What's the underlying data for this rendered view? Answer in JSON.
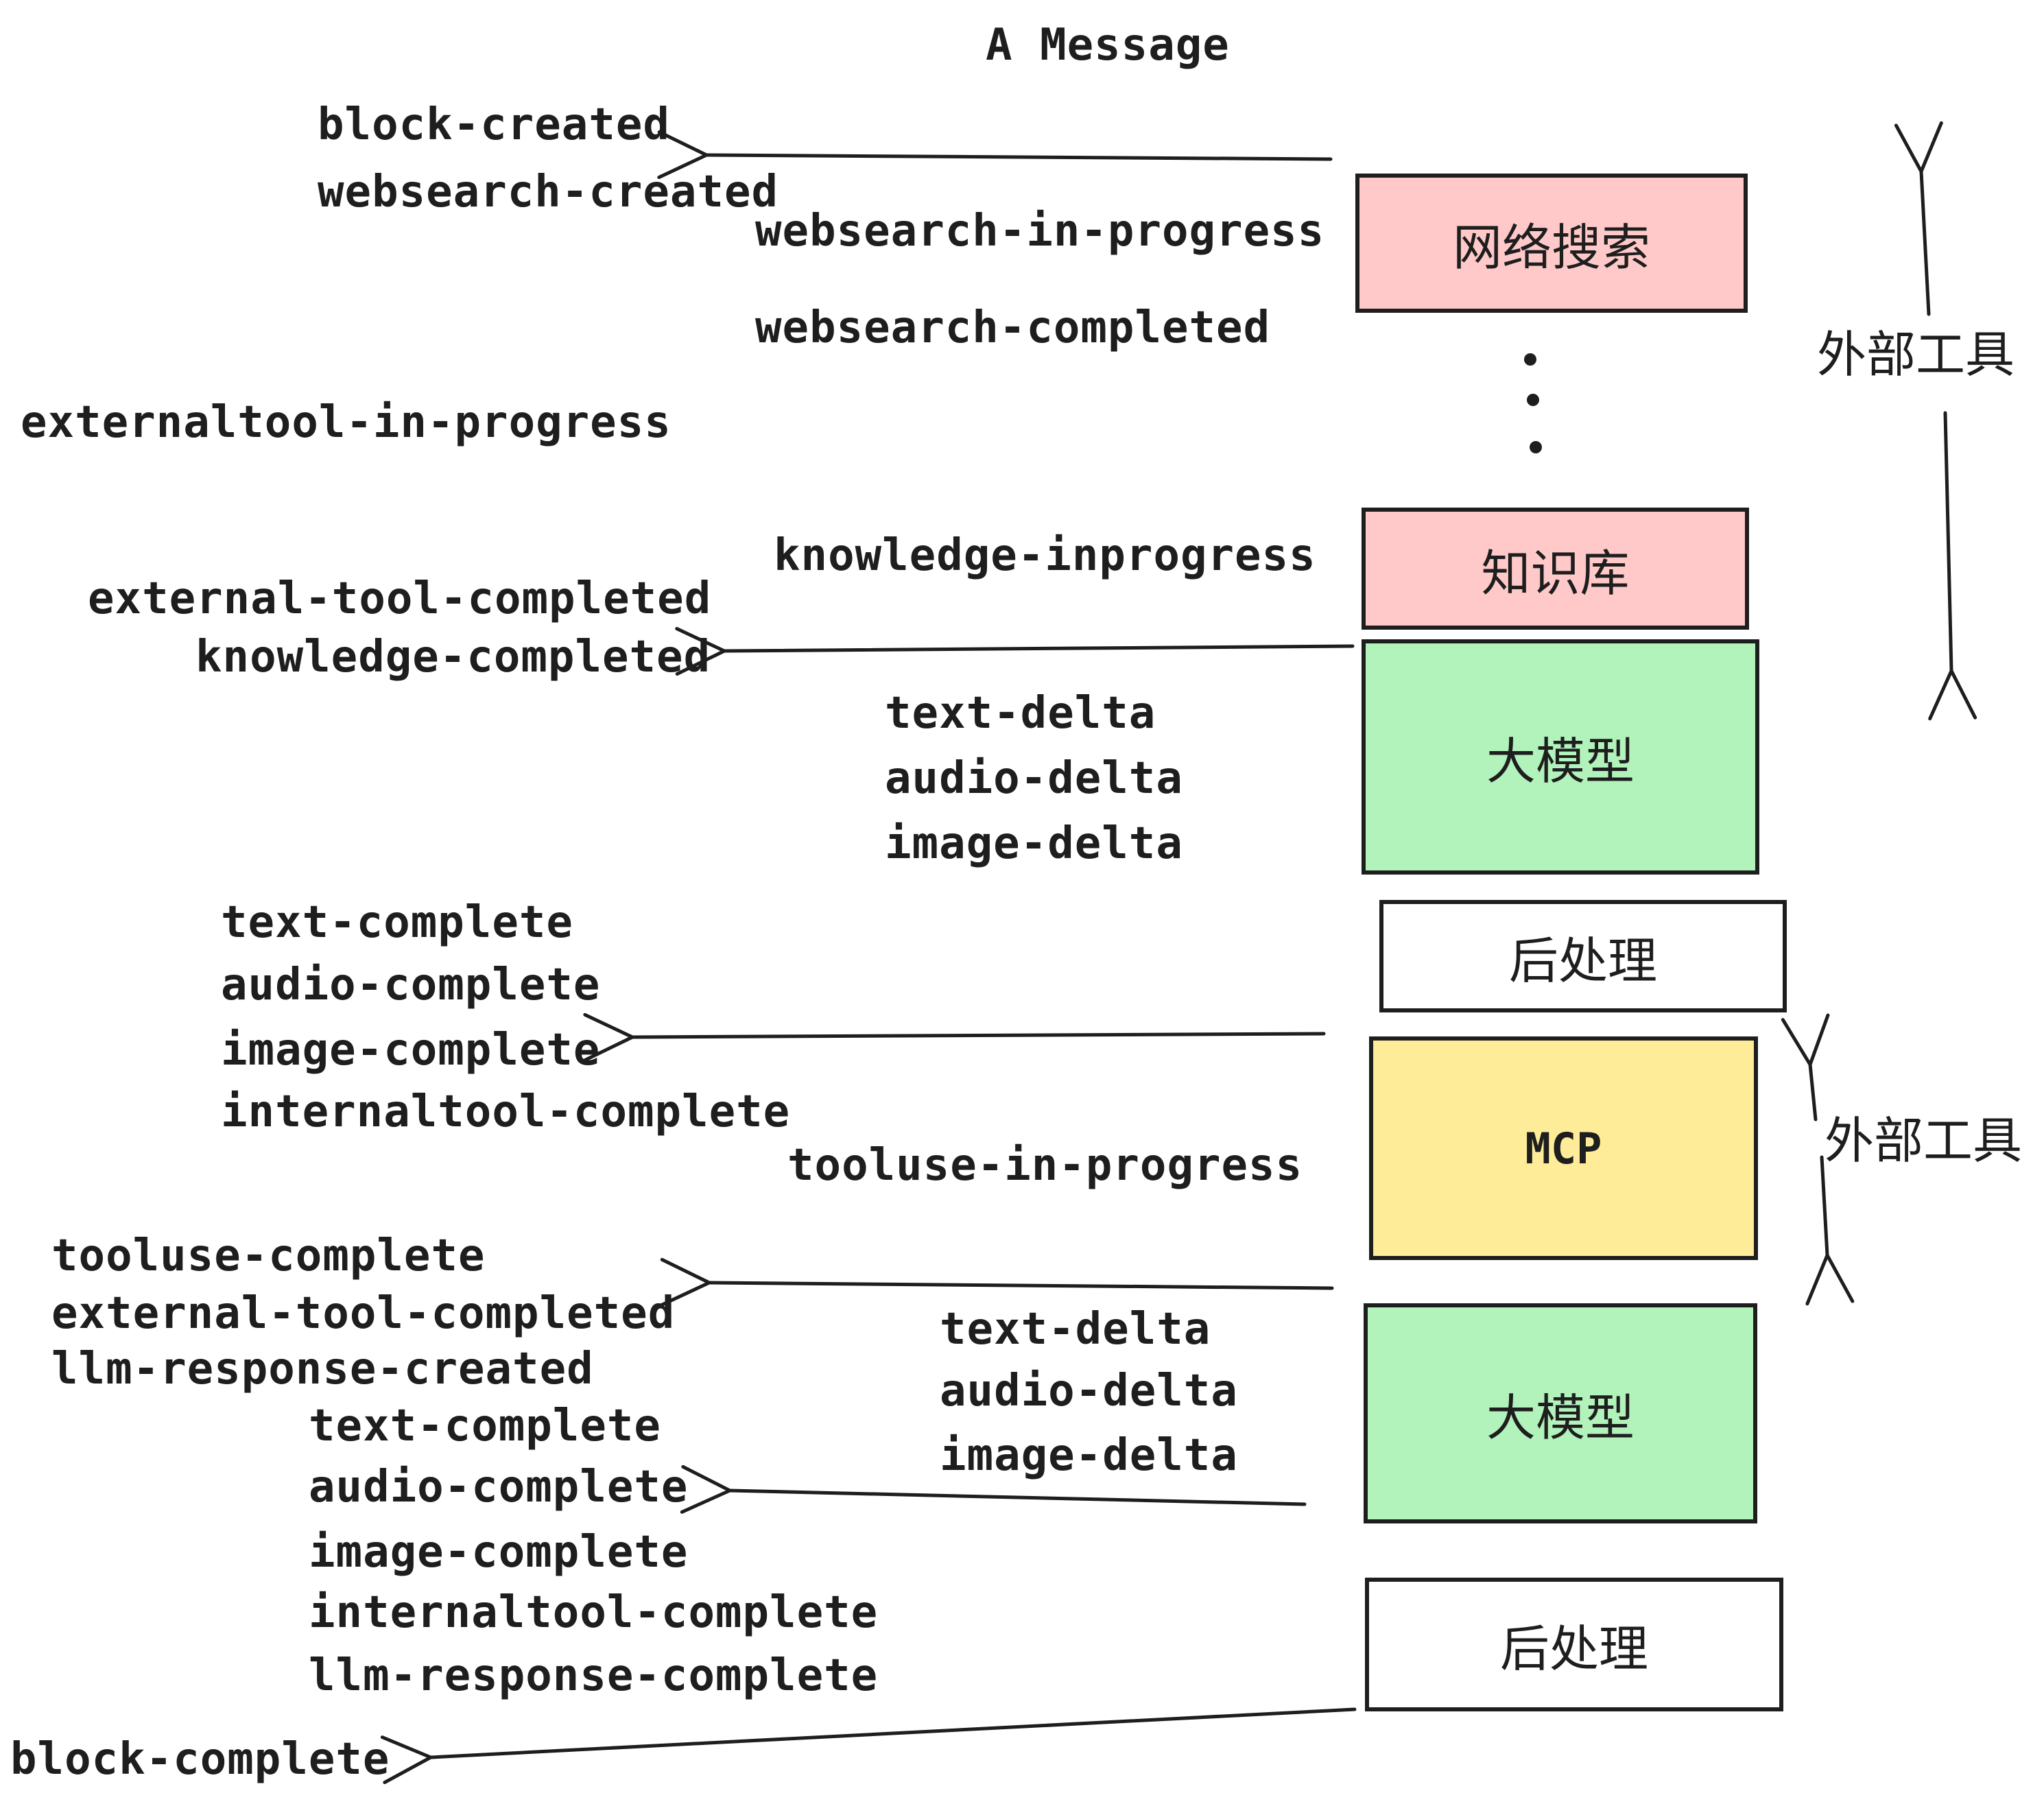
{
  "title": "A Message",
  "palette": {
    "pink": "#ffc9c9",
    "green": "#b2f2bb",
    "yellow": "#ffec99",
    "white": "#ffffff",
    "stroke": "#1e1e1e"
  },
  "nodes": [
    {
      "id": "websearch",
      "label": "网络搜索",
      "fill": "pink"
    },
    {
      "id": "knowledge",
      "label": "知识库",
      "fill": "pink"
    },
    {
      "id": "llm-1",
      "label": "大模型",
      "fill": "green"
    },
    {
      "id": "post-1",
      "label": "后处理",
      "fill": "white"
    },
    {
      "id": "mcp",
      "label": "MCP",
      "fill": "yellow"
    },
    {
      "id": "llm-2",
      "label": "大模型",
      "fill": "green"
    },
    {
      "id": "post-2",
      "label": "后处理",
      "fill": "white"
    }
  ],
  "side_labels": [
    {
      "text": "外部工具"
    },
    {
      "text": "外部工具"
    }
  ],
  "events": [
    {
      "text": "block-created"
    },
    {
      "text": "websearch-created"
    },
    {
      "text": "websearch-in-progress"
    },
    {
      "text": "websearch-completed"
    },
    {
      "text": "externaltool-in-progress"
    },
    {
      "text": "knowledge-inprogress"
    },
    {
      "text": "external-tool-completed"
    },
    {
      "text": "knowledge-completed"
    },
    {
      "text": "text-delta"
    },
    {
      "text": "audio-delta"
    },
    {
      "text": "image-delta"
    },
    {
      "text": "text-complete"
    },
    {
      "text": "audio-complete"
    },
    {
      "text": "image-complete"
    },
    {
      "text": "internaltool-complete"
    },
    {
      "text": "tooluse-in-progress"
    },
    {
      "text": "tooluse-complete"
    },
    {
      "text": "external-tool-completed"
    },
    {
      "text": "llm-response-created"
    },
    {
      "text": "text-delta"
    },
    {
      "text": "audio-delta"
    },
    {
      "text": "image-delta"
    },
    {
      "text": "text-complete"
    },
    {
      "text": "audio-complete"
    },
    {
      "text": "image-complete"
    },
    {
      "text": "internaltool-complete"
    },
    {
      "text": "llm-response-complete"
    },
    {
      "text": "block-complete"
    }
  ]
}
